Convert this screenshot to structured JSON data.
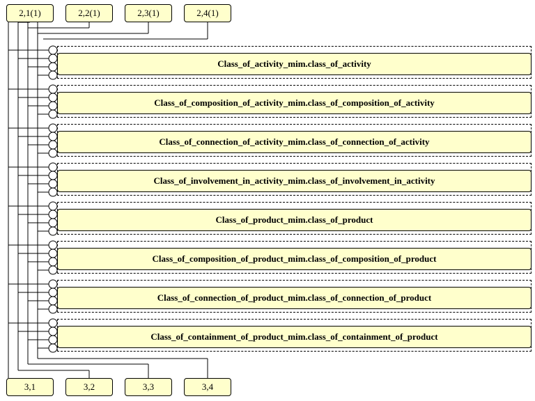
{
  "top_refs": [
    "2,1(1)",
    "2,2(1)",
    "2,3(1)",
    "2,4(1)"
  ],
  "bottom_refs": [
    "3,1",
    "3,2",
    "3,3",
    "3,4"
  ],
  "entities": [
    "Class_of_activity_mim.class_of_activity",
    "Class_of_composition_of_activity_mim.class_of_composition_of_activity",
    "Class_of_connection_of_activity_mim.class_of_connection_of_activity",
    "Class_of_involvement_in_activity_mim.class_of_involvement_in_activity",
    "Class_of_product_mim.class_of_product",
    "Class_of_composition_of_product_mim.class_of_composition_of_product",
    "Class_of_connection_of_product_mim.class_of_connection_of_product",
    "Class_of_containment_of_product_mim.class_of_containment_of_product"
  ]
}
